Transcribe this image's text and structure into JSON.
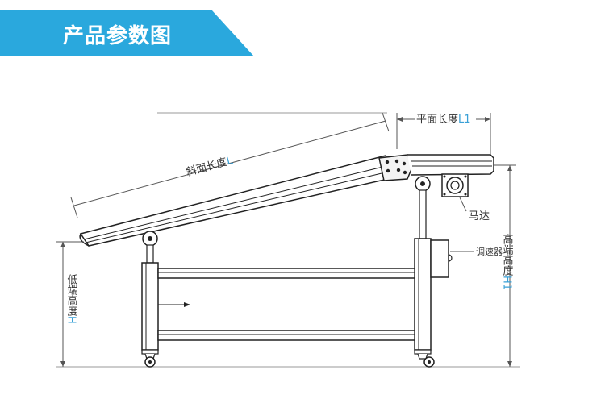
{
  "header": {
    "title": "产品参数图",
    "bg_color": "#2aa8dd"
  },
  "labels": {
    "slope_length": {
      "text": "斜面长度",
      "symbol": "L"
    },
    "flat_length": {
      "text": "平面长度",
      "symbol": "L1"
    },
    "motor": "马达",
    "speed_controller": "调速器",
    "low_height": {
      "text": "低端高度",
      "symbol": "H"
    },
    "high_height": {
      "text": "高端高度",
      "symbol": "H1"
    }
  },
  "colors": {
    "accent": "#3aa0d6",
    "line": "#222222",
    "frame": "#333333"
  }
}
